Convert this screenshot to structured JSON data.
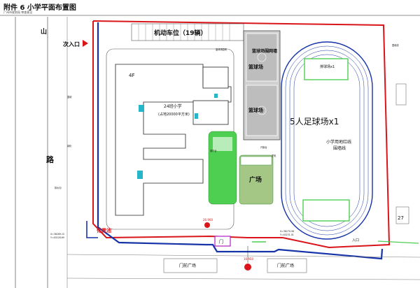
{
  "header": {
    "title": "附件 6  小学平面布置图",
    "subtitle": "广州市规划局 审查意见"
  },
  "labels": {
    "road_west": "山",
    "road_west2": "路",
    "entry": "次入口",
    "parking": "机动车位（19辆）",
    "basketball_group": "篮球场围网墙",
    "basketball1": "篮球场",
    "basketball2": "篮球场",
    "soccer": "5人足球场x1",
    "track_note": "小学用地红线\n围墙线",
    "school_name": "24班小学",
    "school_area": "(占地20000平方米)",
    "floors": "4F",
    "plaza": "广场",
    "septic": "化粪池",
    "gate_plaza1": "门前广场",
    "gate_plaza2": "门前广场",
    "main_gate": "门",
    "elev1": "26.900",
    "elev2": "16.950",
    "rear": "入口",
    "small_notes": [
      "篮球场围网",
      "旗杆台",
      "升旗台",
      "配电",
      "围墙",
      "绿化",
      "排水沟",
      "围墙线",
      "X=38289.15",
      "Y=40228.69",
      "X=38270.58",
      "Y=40231.01",
      "27"
    ]
  },
  "colors": {
    "red_line": "#d9151a",
    "blue_line": "#1633a8",
    "green": "#4fcf52",
    "grey_court": "#bdbdbd",
    "track_fill": "#ffffff"
  }
}
